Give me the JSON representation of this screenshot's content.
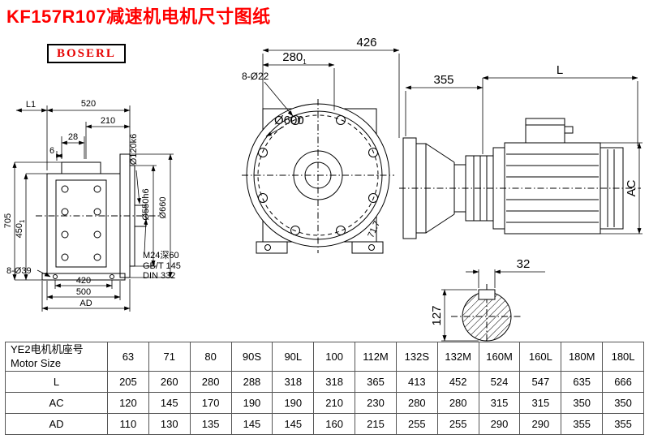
{
  "title": "KF157R107减速机电机尺寸图纸",
  "logo": "BOSERL",
  "drawing": {
    "left": {
      "L1": "L1",
      "w520": "520",
      "w210": "210",
      "w28": "28",
      "w6": "6",
      "h705": "705",
      "h450": "450",
      "h450_tol": "1",
      "holes": "8-Ø39",
      "w420": "420",
      "w500": "500",
      "AD": "AD",
      "shaft_dia": "Ø120k6",
      "spigot_dia": "Ø550h6",
      "flange_dia": "Ø660",
      "tap": "M24深60",
      "std1": "GB/T 145",
      "std2": "DIN 332"
    },
    "front": {
      "w280": "280",
      "w280_tol": "1",
      "w426": "426",
      "holes": "8-Ø22",
      "dia": "Ø600",
      "angle": "71.7"
    },
    "side": {
      "w355": "355",
      "L": "L",
      "AC": "AC"
    },
    "section": {
      "key_w": "32",
      "h": "127"
    }
  },
  "table": {
    "header_cn": "YE2电机机座号",
    "header_en": "Motor Size",
    "columns": [
      "63",
      "71",
      "80",
      "90S",
      "90L",
      "100",
      "112M",
      "132S",
      "132M",
      "160M",
      "160L",
      "180M",
      "180L"
    ],
    "rows": [
      {
        "label": "L",
        "values": [
          "205",
          "260",
          "280",
          "288",
          "318",
          "318",
          "365",
          "413",
          "452",
          "524",
          "547",
          "635",
          "666"
        ]
      },
      {
        "label": "AC",
        "values": [
          "120",
          "145",
          "170",
          "190",
          "190",
          "210",
          "230",
          "280",
          "280",
          "315",
          "315",
          "350",
          "350"
        ]
      },
      {
        "label": "AD",
        "values": [
          "110",
          "130",
          "135",
          "145",
          "145",
          "160",
          "215",
          "255",
          "255",
          "290",
          "290",
          "355",
          "355"
        ]
      }
    ]
  }
}
